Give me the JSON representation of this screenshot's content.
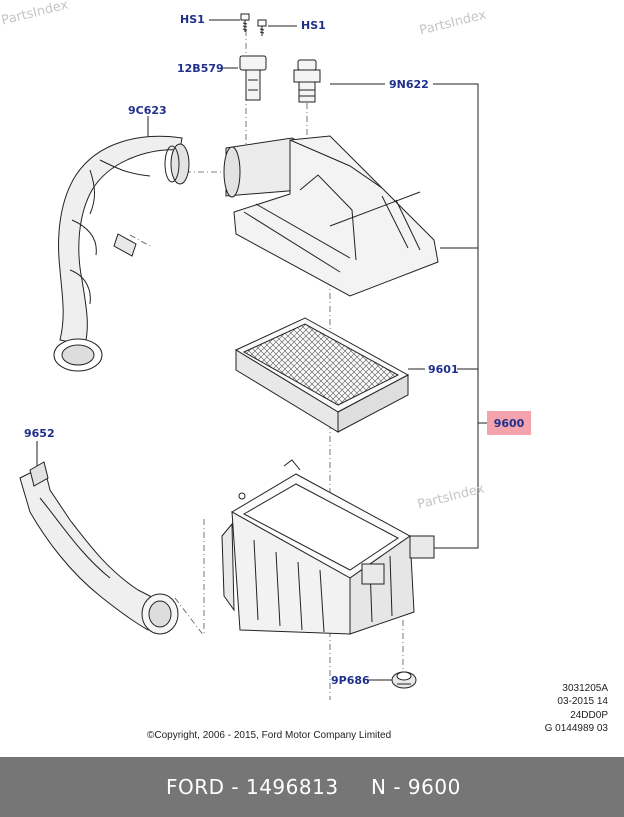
{
  "watermarks": [
    "PartsIndex",
    "PartsIndex",
    "PartsIndex"
  ],
  "callouts": {
    "hs1_left": "HS1",
    "hs1_right": "HS1",
    "c12b579": "12B579",
    "c9n622": "9N622",
    "c9c623": "9C623",
    "c9601": "9601",
    "c9600": "9600",
    "c9652": "9652",
    "c9p686": "9P686"
  },
  "meta_lines": [
    "3031205A",
    "03-2015 14",
    "24DD0P",
    "G 0144989 03"
  ],
  "copyright": "©Copyright, 2006 - 2015, Ford Motor Company Limited",
  "footer": {
    "brand_part": "FORD - 1496813",
    "number": "N - 9600"
  },
  "colors": {
    "callout_text": "#1f2f8c",
    "highlight": "#f4a3ad",
    "footer_bg": "#767676",
    "line_art": "#222222"
  }
}
